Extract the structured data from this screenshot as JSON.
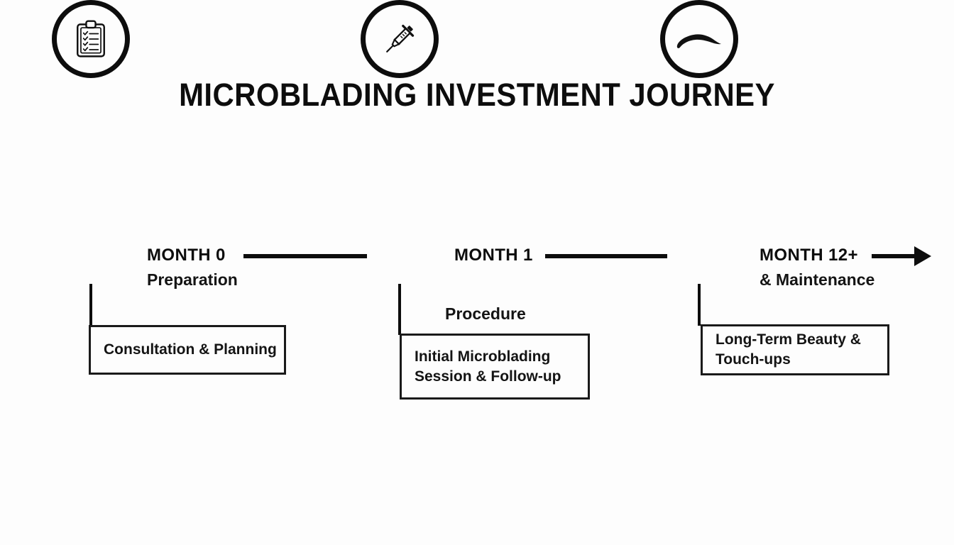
{
  "diagram": {
    "title": "MICROBLADING INVESTMENT JOURNEY",
    "type": "horizontal-timeline",
    "background_color": "#fdfdfd",
    "line_color": "#0d0d0d",
    "text_color": "#141414",
    "arrow_direction": "right"
  },
  "milestones": [
    {
      "id": "month-0",
      "icon": "clipboard-checklist-icon",
      "month_label": "MONTH 0",
      "phase_label": "Preparation",
      "detail": "Consultation & Planning",
      "detail_lines": [
        "Consultation & Planning"
      ]
    },
    {
      "id": "month-1",
      "icon": "syringe-icon",
      "month_label": "MONTH 1",
      "phase_label": "Procedure",
      "detail": "Initial Microblading Session & Follow-up",
      "detail_lines": [
        "Initial Microblading",
        "Session & Follow-up"
      ]
    },
    {
      "id": "month-12-plus",
      "icon": "eyebrow-icon",
      "month_label": "MONTH 12+",
      "phase_label": "& Maintenance",
      "detail": "Long-Term Beauty & Touch-ups",
      "detail_lines": [
        "Long-Term Beauty &",
        "Touch-ups"
      ]
    }
  ]
}
